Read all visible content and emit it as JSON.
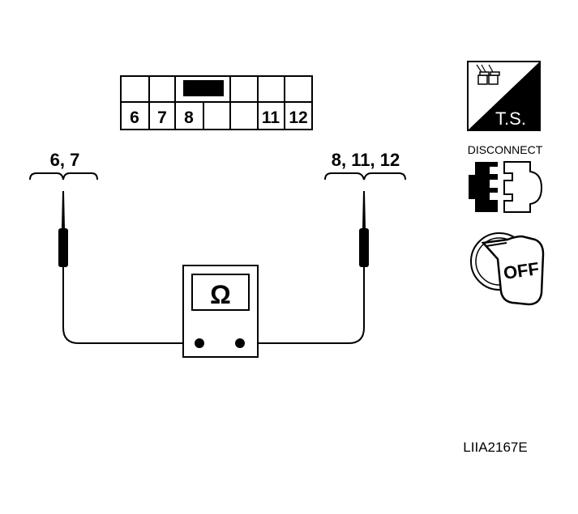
{
  "connector": {
    "pins_bottom": [
      "6",
      "7",
      "8",
      "",
      "",
      "11",
      "12"
    ]
  },
  "probe_left_label": "6, 7",
  "probe_right_label": "8, 11, 12",
  "meter_symbol": "Ω",
  "icons": {
    "ts_label": "T.S.",
    "disconnect_label": "DISCONNECT",
    "key_label": "OFF",
    "ts_icon": "test-terminal-icon",
    "disconnect_icon": "connector-disconnect-icon",
    "key_icon": "ignition-key-off-icon"
  },
  "reference_code": "LIIA2167E",
  "colors": {
    "ink": "#000000",
    "paper": "#ffffff"
  }
}
